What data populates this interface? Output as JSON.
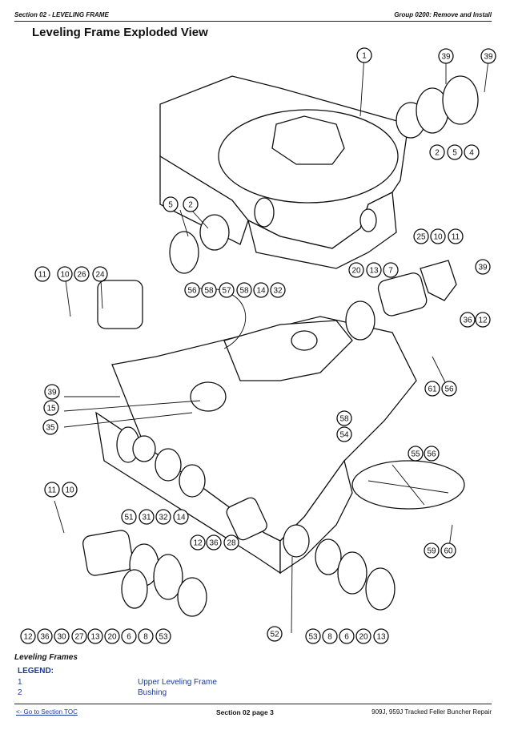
{
  "header": {
    "section": "Section 02 - LEVELING FRAME",
    "group": "Group 0200: Remove and Install"
  },
  "title": "Leveling Frame Exploded View",
  "drawing": {
    "callouts": [
      "1",
      "39",
      "39",
      "2",
      "5",
      "4",
      "5",
      "2",
      "25",
      "10",
      "11",
      "39",
      "20",
      "13",
      "7",
      "11",
      "10",
      "26",
      "24",
      "56",
      "58",
      "57",
      "58",
      "14",
      "32",
      "36",
      "12",
      "39",
      "15",
      "35",
      "58",
      "54",
      "61",
      "56",
      "55",
      "56",
      "11",
      "10",
      "51",
      "31",
      "32",
      "14",
      "12",
      "36",
      "28",
      "59",
      "60",
      "12",
      "36",
      "30",
      "27",
      "13",
      "20",
      "6",
      "8",
      "53",
      "52",
      "53",
      "8",
      "6",
      "20",
      "13"
    ]
  },
  "caption": "Leveling Frames",
  "legend": {
    "heading": "LEGEND:",
    "rows": [
      {
        "num": "1",
        "text": "Upper Leveling Frame"
      },
      {
        "num": "2",
        "text": "Bushing"
      }
    ]
  },
  "footer": {
    "toc_link": "<- Go to Section TOC",
    "page": "Section 02 page 3",
    "product": "909J, 959J Tracked Feller Buncher Repair"
  }
}
